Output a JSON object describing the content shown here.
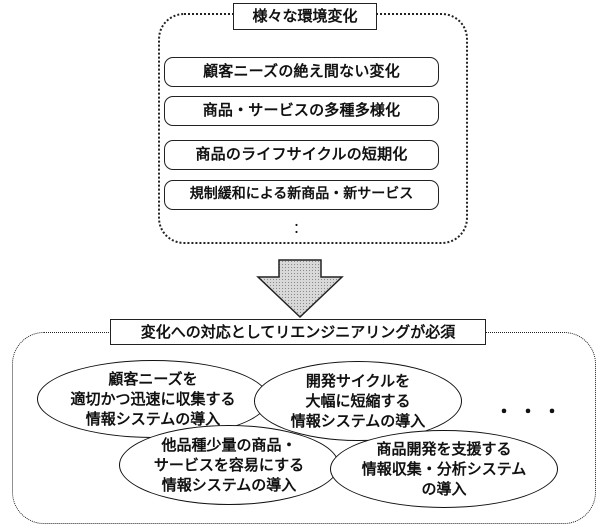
{
  "top_group": {
    "title": "様々な環境変化",
    "items": [
      "顧客ニーズの絶え間ない変化",
      "商品・サービスの多種多様化",
      "商品のライフサイクルの短期化",
      "規制緩和による新商品・新サービス"
    ],
    "ellipsis": "："
  },
  "bottom_group": {
    "title": "変化への対応としてリエンジニアリングが必須",
    "ovals": [
      {
        "lines": [
          "顧客ニーズを",
          "適切かつ迅速に収集する",
          "情報システムの導入"
        ]
      },
      {
        "lines": [
          "開発サイクルを",
          "大幅に短縮する",
          "情報システムの導入"
        ]
      },
      {
        "lines": [
          "他品種少量の商品・",
          "サービスを容易にする",
          "情報システムの導入"
        ]
      },
      {
        "lines": [
          "商品開発を支援する",
          "情報収集・分析システム",
          "の導入"
        ]
      }
    ],
    "more": "・・・"
  }
}
